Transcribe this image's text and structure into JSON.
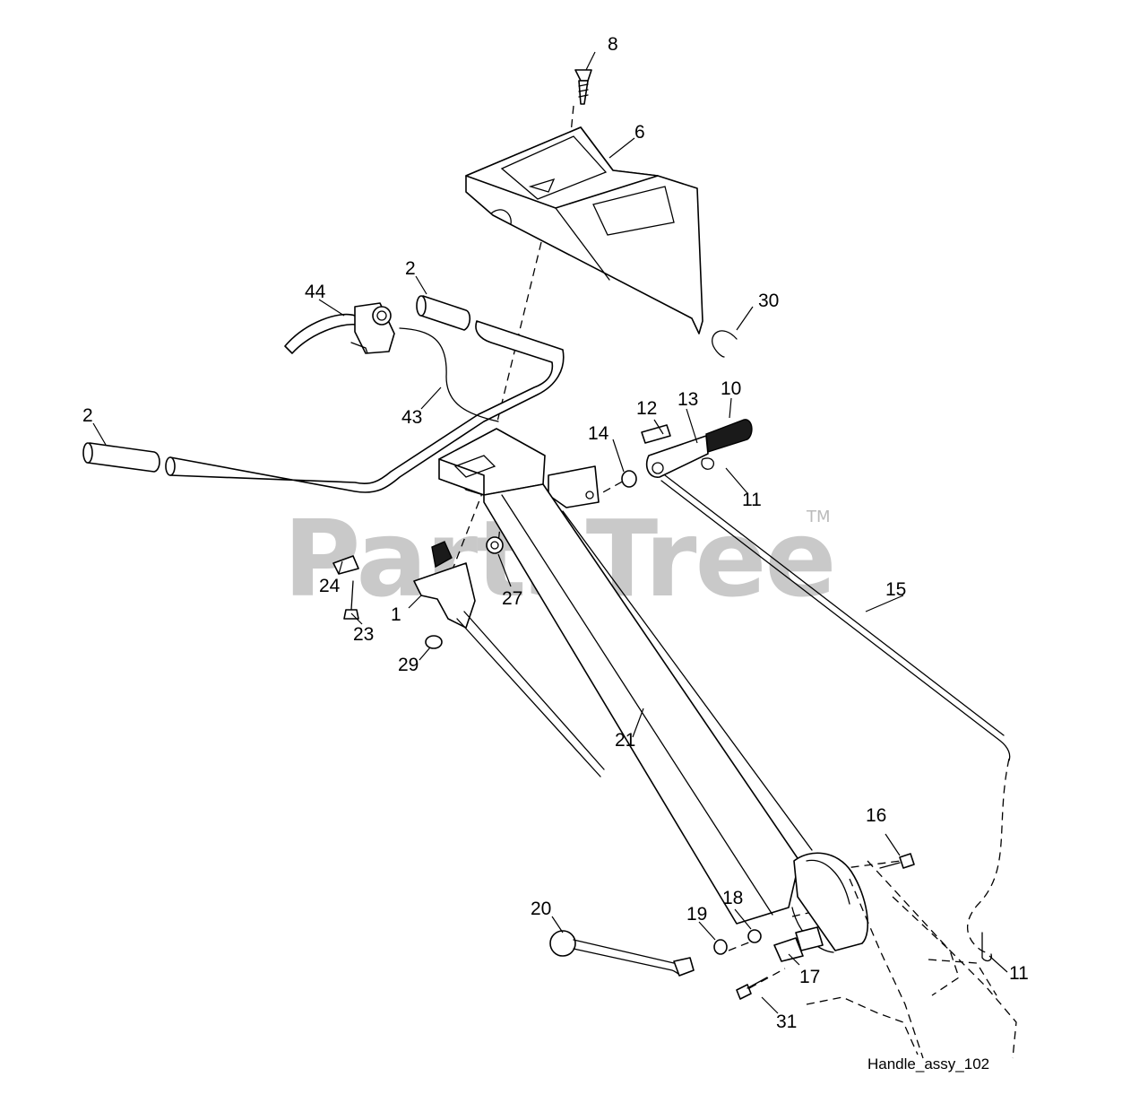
{
  "diagram": {
    "caption": "Handle_assy_102",
    "watermark": "PartsTree",
    "watermark_mark": "TM"
  },
  "callouts": {
    "c1": "1",
    "c2a": "2",
    "c2b": "2",
    "c6": "6",
    "c8": "8",
    "c10": "10",
    "c11a": "11",
    "c11b": "11",
    "c12": "12",
    "c13": "13",
    "c14": "14",
    "c15": "15",
    "c16": "16",
    "c17": "17",
    "c18": "18",
    "c19": "19",
    "c20": "20",
    "c21": "21",
    "c23": "23",
    "c24": "24",
    "c27": "27",
    "c29": "29",
    "c30": "30",
    "c31": "31",
    "c43": "43",
    "c44": "44"
  }
}
